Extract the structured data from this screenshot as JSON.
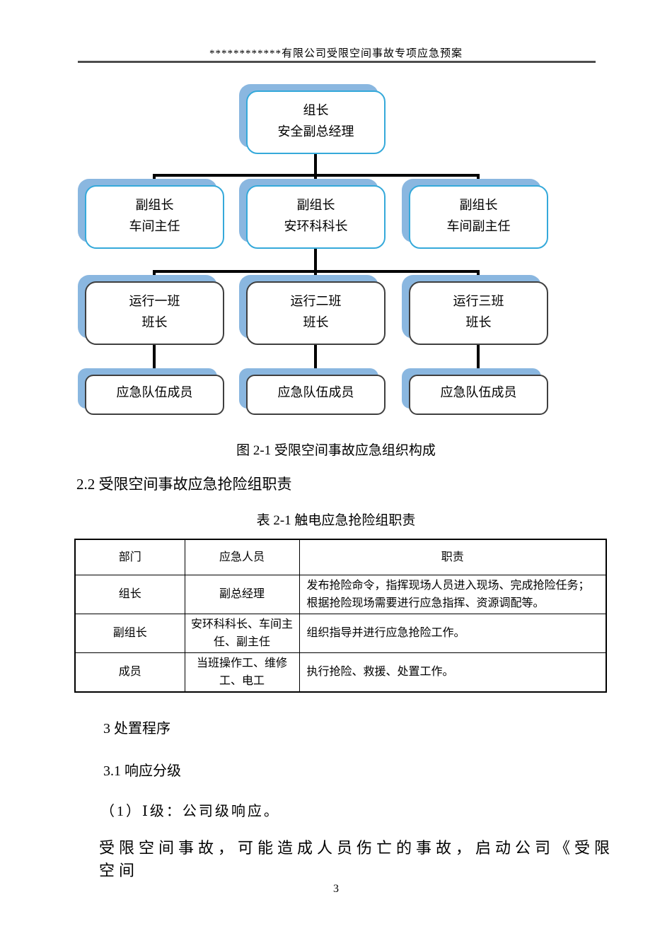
{
  "colors": {
    "box_border_blue": "#35a9da",
    "box_shadow_blue": "#8ab7e0",
    "box_border_dark": "#3f3f3f",
    "connector_black": "#000000",
    "header_rule_gray": "#4d4d4d"
  },
  "header": {
    "title": "************有限公司受限空间事故专项应急预案"
  },
  "org_chart": {
    "caption": "图 2-1 受限空间事故应急组织构成",
    "top": {
      "line1": "组长",
      "line2": "安全副总经理"
    },
    "row2": [
      {
        "line1": "副组长",
        "line2": "车间主任"
      },
      {
        "line1": "副组长",
        "line2": "安环科科长"
      },
      {
        "line1": "副组长",
        "line2": "车间副主任"
      }
    ],
    "row3": [
      {
        "line1": "运行一班",
        "line2": "班长"
      },
      {
        "line1": "运行二班",
        "line2": "班长"
      },
      {
        "line1": "运行三班",
        "line2": "班长"
      }
    ],
    "row4": [
      "应急队伍成员",
      "应急队伍成员",
      "应急队伍成员"
    ]
  },
  "section_2_2": {
    "heading": "2.2 受限空间事故应急抢险组职责"
  },
  "table": {
    "caption": "表 2-1 触电应急抢险组职责",
    "headers": [
      "部门",
      "应急人员",
      "职责"
    ],
    "rows": [
      [
        "组长",
        "副总经理",
        "发布抢险命令，指挥现场人员进入现场、完成抢险任务；根据抢险现场需要进行应急指挥、资源调配等。"
      ],
      [
        "副组长",
        "安环科科长、车间主任、副主任",
        "组织指导并进行应急抢险工作。"
      ],
      [
        "成员",
        "当班操作工、维修工、电工",
        "执行抢险、救援、处置工作。"
      ]
    ]
  },
  "section_3": {
    "heading": "3 处置程序",
    "sub_heading": "3.1 响应分级",
    "item_1": "（1）Ⅰ级：公司级响应。",
    "paragraph": "受限空间事故，可能造成人员伤亡的事故，启动公司《受限空间"
  },
  "footer": {
    "page_number": "3"
  }
}
